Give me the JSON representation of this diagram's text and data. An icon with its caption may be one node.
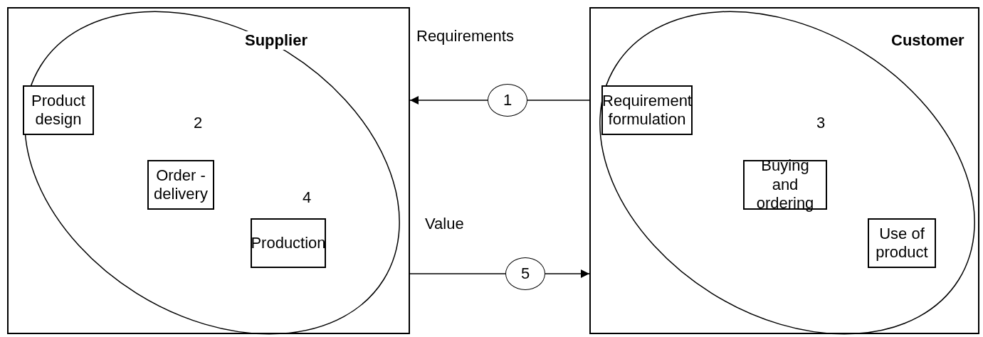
{
  "diagram": {
    "nodes": [
      {
        "text": [],
        "shape": "box"
      },
      {
        "text": [
          "Supplier"
        ],
        "in": 0
      },
      {
        "text": [
          "Product design"
        ],
        "in": 1
      },
      {
        "text": [
          "Order - delivery"
        ],
        "in": 1
      },
      {
        "text": [
          "Production"
        ],
        "in": 1
      },
      {
        "text": [
          "1"
        ]
      },
      {
        "text": [
          "5"
        ]
      },
      {
        "text": [],
        "shape": "box"
      },
      {
        "text": [
          "Customer"
        ],
        "in": 7
      },
      {
        "text": [
          "Requirement formulation"
        ],
        "in": 8
      },
      {
        "text": [
          "Buying and ordering"
        ],
        "in": 8
      },
      {
        "text": [
          "Use of product"
        ],
        "in": 8
      }
    ],
    "edges": [
      {
        "from": 7,
        "to": 5,
        "arrow": "none"
      },
      {
        "from": 5,
        "to": 0,
        "arrow": "to"
      },
      {
        "from": 0,
        "to": 6,
        "arrow": "none"
      },
      {
        "from": 6,
        "to": 7,
        "arrow": "to"
      }
    ],
    "labels": [
      "Requirements",
      "2",
      "3",
      "4",
      "Value"
    ]
  }
}
